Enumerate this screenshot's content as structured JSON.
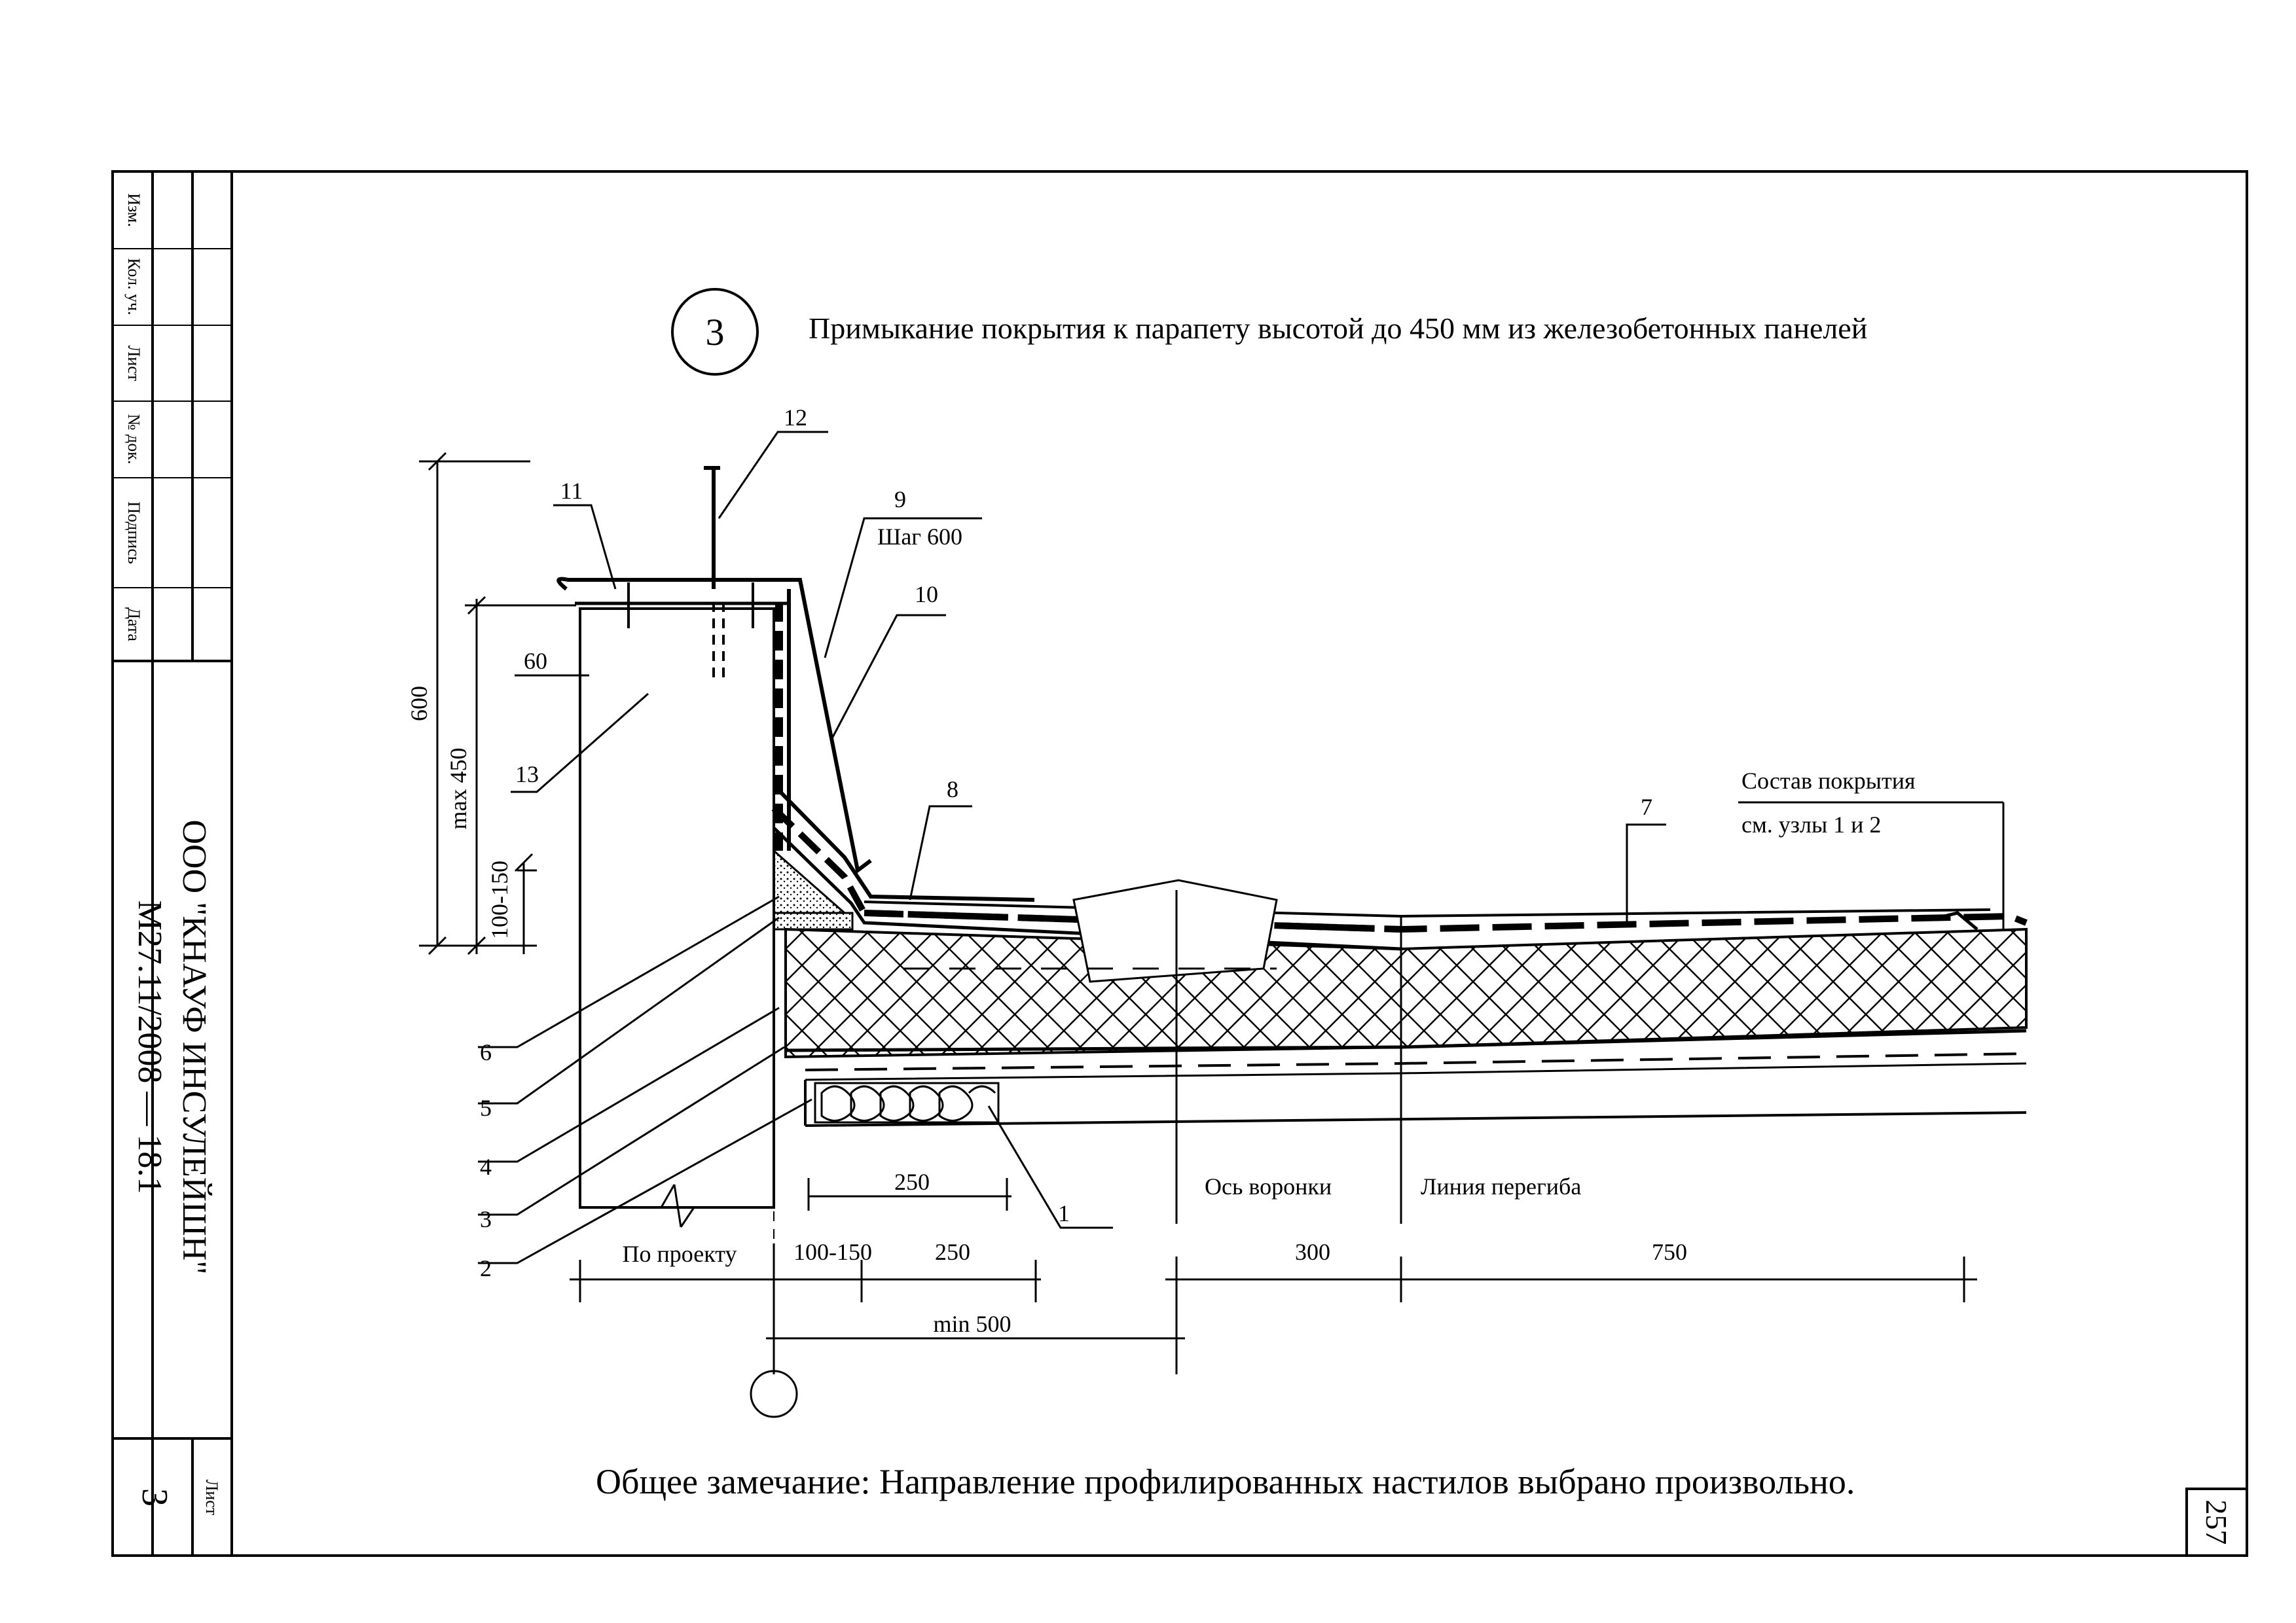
{
  "stamp": {
    "side_labels": [
      "Изм.",
      "Кол. уч.",
      "Лист",
      "№ док.",
      "Подпись",
      "Дата"
    ],
    "company": "ООО \"КНАУФ ИНСУЛЕЙШН\"",
    "code": "М27.11/2008 — 18.1",
    "sheet_label": "Лист",
    "sheet_number": "3",
    "page_number": "257"
  },
  "drawing": {
    "node_number": "3",
    "title": "Примыкание покрытия к парапету высотой до 450 мм из железобетонных панелей",
    "callouts": [
      "1",
      "2",
      "3",
      "4",
      "5",
      "6",
      "7",
      "8",
      "9",
      "10",
      "11",
      "12",
      "13"
    ],
    "step_label": "Шаг 600",
    "composition_line1": "Состав покрытия",
    "composition_line2": "см. узлы 1 и 2",
    "funnel_axis": "Ось воронки",
    "bend_line": "Линия перегиба",
    "dimensions": {
      "d600": "600",
      "max450": "max 450",
      "d100_150_v": "100-150",
      "d60": "60",
      "d250_upper": "250",
      "by_project": "По проекту",
      "d100_150_h": "100-150",
      "d250_lower": "250",
      "d300": "300",
      "d750": "750",
      "min500": "min 500"
    },
    "note": "Общее замечание: Направление профилированных настилов выбрано произвольно."
  }
}
